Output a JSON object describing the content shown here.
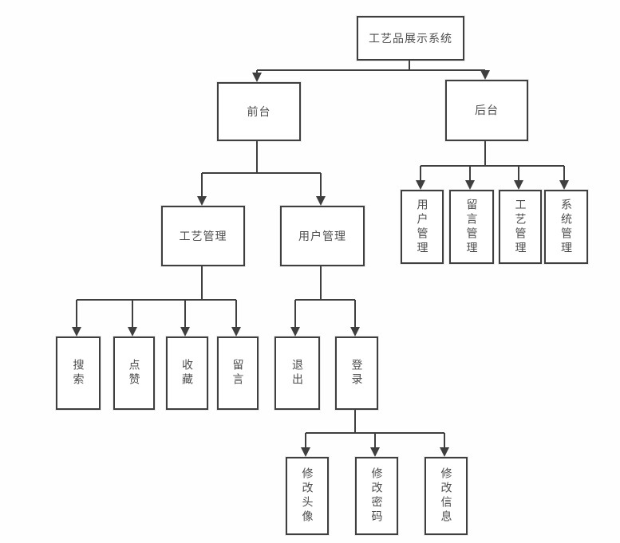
{
  "diagram": {
    "title": "工艺品展示系统",
    "nodes": {
      "root": {
        "label": "工艺品展示系统"
      },
      "front": {
        "label": "前台"
      },
      "back": {
        "label": "后台"
      },
      "craft_mgmt": {
        "label": "工艺管理"
      },
      "user_mgmt": {
        "label": "用户管理"
      },
      "search": {
        "label": "搜索"
      },
      "like": {
        "label": "点赞"
      },
      "favorite": {
        "label": "收藏"
      },
      "message": {
        "label": "留言"
      },
      "logout": {
        "label": "退出"
      },
      "login": {
        "label": "登录"
      },
      "edit_avatar": {
        "label": "修改头像"
      },
      "edit_password": {
        "label": "修改密码"
      },
      "edit_info": {
        "label": "修改信息"
      },
      "back_user_mgmt": {
        "label": "用户管理"
      },
      "back_message_mgmt": {
        "label": "留言管理"
      },
      "back_craft_mgmt": {
        "label": "工艺管理"
      },
      "back_system_mgmt": {
        "label": "系统管理"
      }
    },
    "edges": [
      [
        "root",
        "front"
      ],
      [
        "root",
        "back"
      ],
      [
        "front",
        "craft_mgmt"
      ],
      [
        "front",
        "user_mgmt"
      ],
      [
        "craft_mgmt",
        "search"
      ],
      [
        "craft_mgmt",
        "like"
      ],
      [
        "craft_mgmt",
        "favorite"
      ],
      [
        "craft_mgmt",
        "message"
      ],
      [
        "user_mgmt",
        "logout"
      ],
      [
        "user_mgmt",
        "login"
      ],
      [
        "login",
        "edit_avatar"
      ],
      [
        "login",
        "edit_password"
      ],
      [
        "login",
        "edit_info"
      ],
      [
        "back",
        "back_user_mgmt"
      ],
      [
        "back",
        "back_message_mgmt"
      ],
      [
        "back",
        "back_craft_mgmt"
      ],
      [
        "back",
        "back_system_mgmt"
      ]
    ],
    "colors": {
      "line": "#3f3f3f",
      "text": "#4d4d4d",
      "box_fill": "#ffffff",
      "background": "#fefefe"
    }
  }
}
